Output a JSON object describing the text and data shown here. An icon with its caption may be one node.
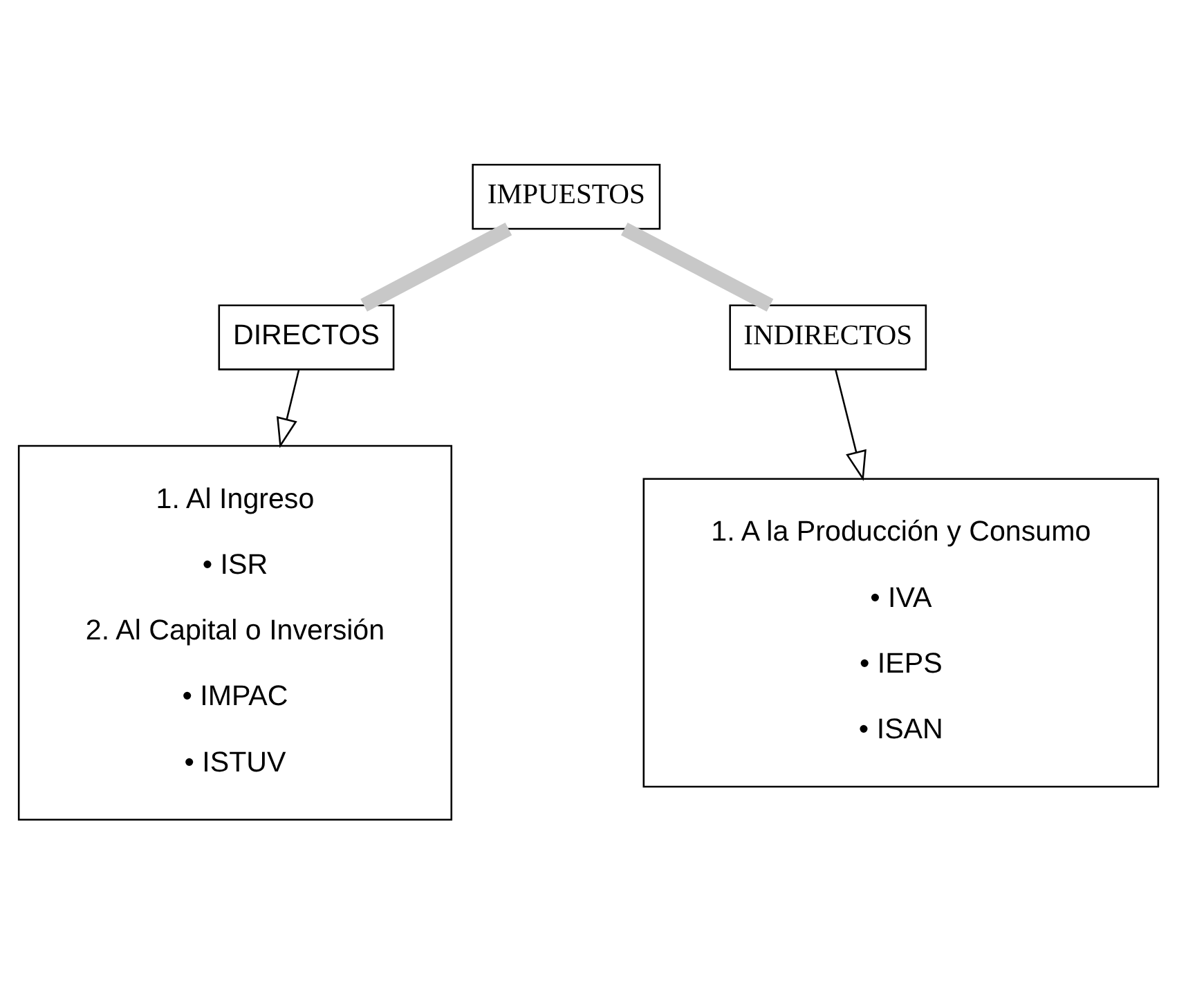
{
  "diagram": {
    "nodes": [
      {
        "text": [
          "IMPUESTOS"
        ]
      },
      {
        "text": [
          "DIRECTOS"
        ]
      },
      {
        "text": [
          "INDIRECTOS"
        ]
      },
      {
        "text": [
          "1. Al Ingreso",
          "• ISR",
          "2. Al Capital o Inversión",
          "• IMPAC",
          "• ISTUV"
        ]
      },
      {
        "text": [
          "1. A la Producción y Consumo",
          "• IVA",
          "• IEPS",
          "• ISAN"
        ]
      }
    ],
    "edges": [
      {
        "from": 0,
        "to": 1,
        "arrow": "none",
        "style": "thick",
        "color": "#c8c8c8"
      },
      {
        "from": 0,
        "to": 2,
        "arrow": "none",
        "style": "thick",
        "color": "#c8c8c8"
      },
      {
        "from": 1,
        "to": 3,
        "arrow": "to",
        "color": "#000000"
      },
      {
        "from": 2,
        "to": 4,
        "arrow": "to",
        "color": "#000000"
      }
    ]
  }
}
